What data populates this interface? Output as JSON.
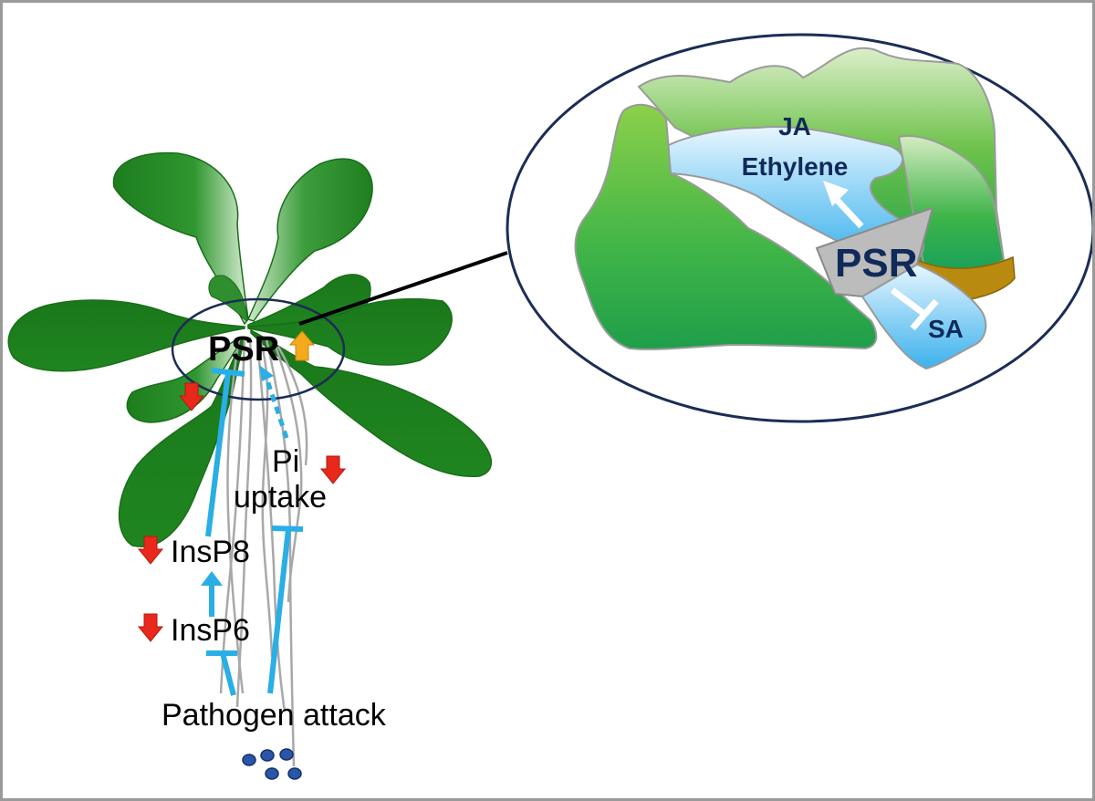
{
  "labels": {
    "psr_left": "PSR",
    "pi": "Pi",
    "uptake": "uptake",
    "insp8": "InsP8",
    "insp6": "InsP6",
    "pathogen": "Pathogen attack",
    "ja": "JA",
    "ethylene": "Ethylene",
    "psr_right": "PSR",
    "sa": "SA"
  },
  "colors": {
    "leaf_dark": "#1a7a1a",
    "leaf_light": "#c8e6c0",
    "inhibit_blue": "#29aee6",
    "down_arrow_red": "#e8281a",
    "up_arrow_orange": "#f5a91c",
    "ellipse_navy": "#1c2d55",
    "root_grey": "#a8a8a8",
    "pathogen_blue": "#2a56a8"
  }
}
